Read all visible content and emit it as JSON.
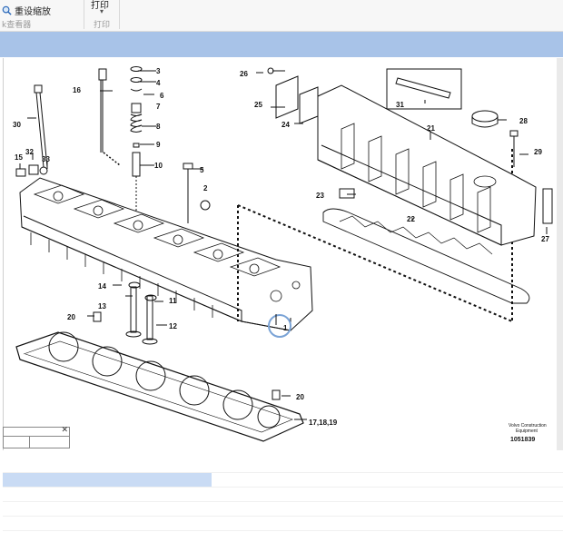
{
  "toolbar": {
    "reset_zoom_label": "重设缩放",
    "viewer_group_label": "k查看器",
    "print_label": "打印",
    "print_sub": "▾",
    "print_group_label": "打印"
  },
  "diagram": {
    "callouts": [
      "1",
      "2",
      "3",
      "4",
      "5",
      "6",
      "7",
      "8",
      "9",
      "10",
      "11",
      "12",
      "13",
      "14",
      "15",
      "16",
      "20",
      "20",
      "21",
      "22",
      "23",
      "24",
      "25",
      "26",
      "27",
      "28",
      "29",
      "30",
      "31",
      "32",
      "33",
      "17,18,19"
    ],
    "brand_line1": "Volvo Construction",
    "brand_line2": "Equipment",
    "drawing_number": "1051839"
  },
  "colors": {
    "header_band": "#a8c3e8",
    "selected_row": "#c9dbf4",
    "highlight_ring": "#7aa3d6"
  },
  "icons": [
    "zoom-reset-icon",
    "close-icon"
  ]
}
